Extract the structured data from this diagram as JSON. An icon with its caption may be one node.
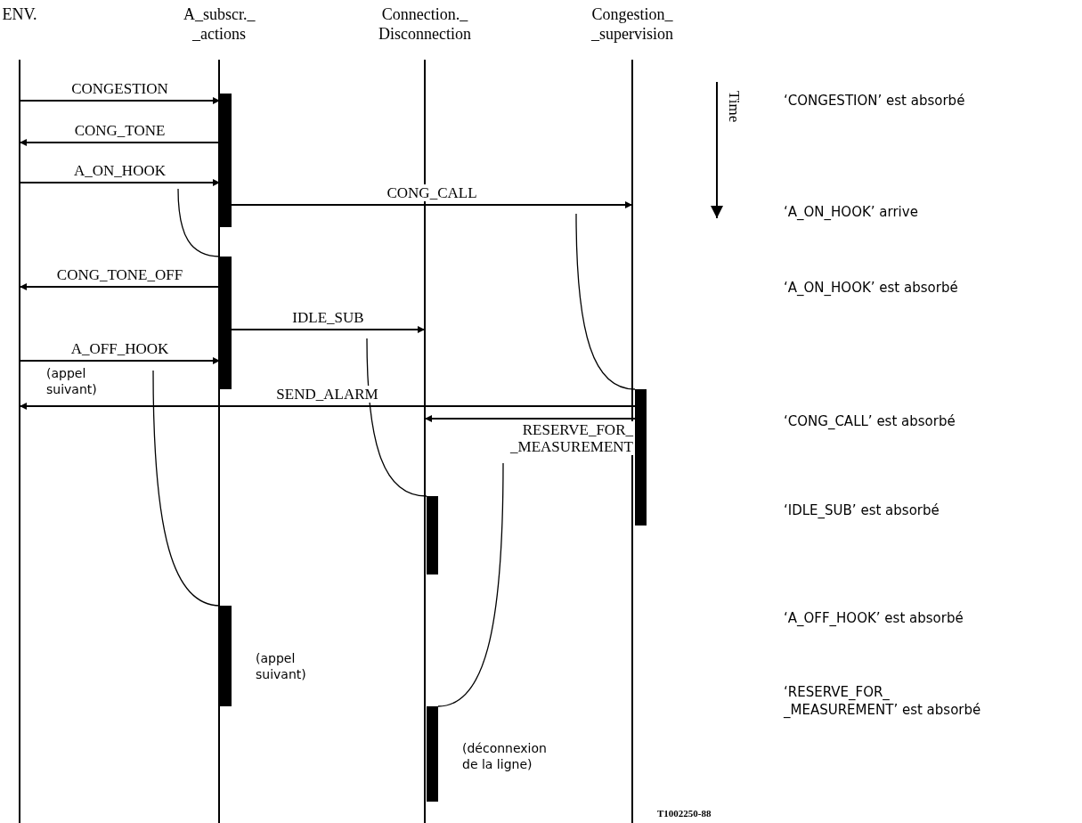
{
  "diagram": {
    "nodes": [
      {
        "text": [
          "ENV."
        ]
      },
      {
        "text": [
          "A_subscr._ _actions"
        ]
      },
      {
        "text": [
          "Connection._ Disconnection"
        ]
      },
      {
        "text": [
          "Congestion_ _supervision"
        ]
      },
      {
        "text": [],
        "shape": "bar"
      },
      {
        "text": [],
        "shape": "bar"
      },
      {
        "text": [],
        "shape": "bar"
      },
      {
        "text": [],
        "shape": "bar"
      },
      {
        "text": [],
        "shape": "bar",
        "beside": [
          "(appel suivant)"
        ]
      },
      {
        "text": [],
        "shape": "bar",
        "beside": [
          "(déconnexion de la ligne)"
        ]
      }
    ],
    "edges": [
      {
        "from": 0,
        "to": 4,
        "arrow": "to",
        "label": "CONGESTION"
      },
      {
        "from": 4,
        "to": 0,
        "arrow": "to",
        "label": "CONG_TONE"
      },
      {
        "from": 0,
        "to": 4,
        "arrow": "to",
        "label": "A_ON_HOOK"
      },
      {
        "from": 4,
        "to": 3,
        "arrow": "to",
        "label": "CONG_CALL"
      },
      {
        "from": 5,
        "to": 0,
        "arrow": "to",
        "label": "CONG_TONE_OFF"
      },
      {
        "from": 5,
        "to": 2,
        "arrow": "to",
        "label": "IDLE_SUB"
      },
      {
        "from": 0,
        "to": 5,
        "arrow": "to",
        "label": "A_OFF_HOOK"
      },
      {
        "from": 6,
        "to": 0,
        "arrow": "to",
        "label": "SEND_ALARM"
      },
      {
        "from": 6,
        "to": 2,
        "arrow": "to",
        "label": "RESERVE_FOR_ _MEASUREMENT"
      },
      {
        "from": null,
        "to": 5,
        "arrow": "none"
      },
      {
        "from": null,
        "to": 6,
        "arrow": "none"
      },
      {
        "from": null,
        "to": 7,
        "arrow": "none"
      },
      {
        "from": null,
        "to": 8,
        "arrow": "none"
      },
      {
        "from": null,
        "to": 9,
        "arrow": "none"
      }
    ],
    "labels": [
      "Time",
      "‘CONGESTION’ est absorbé",
      "‘A_ON_HOOK’ arrive",
      "‘A_ON_HOOK’ est absorbé",
      "(appel suivant)",
      "‘CONG_CALL’ est absorbé",
      "‘IDLE_SUB’ est absorbé",
      "‘A_OFF_HOOK’ est absorbé",
      "‘RESERVE_FOR_ _MEASUREMENT’ est absorbé",
      "T1002250-88"
    ]
  }
}
